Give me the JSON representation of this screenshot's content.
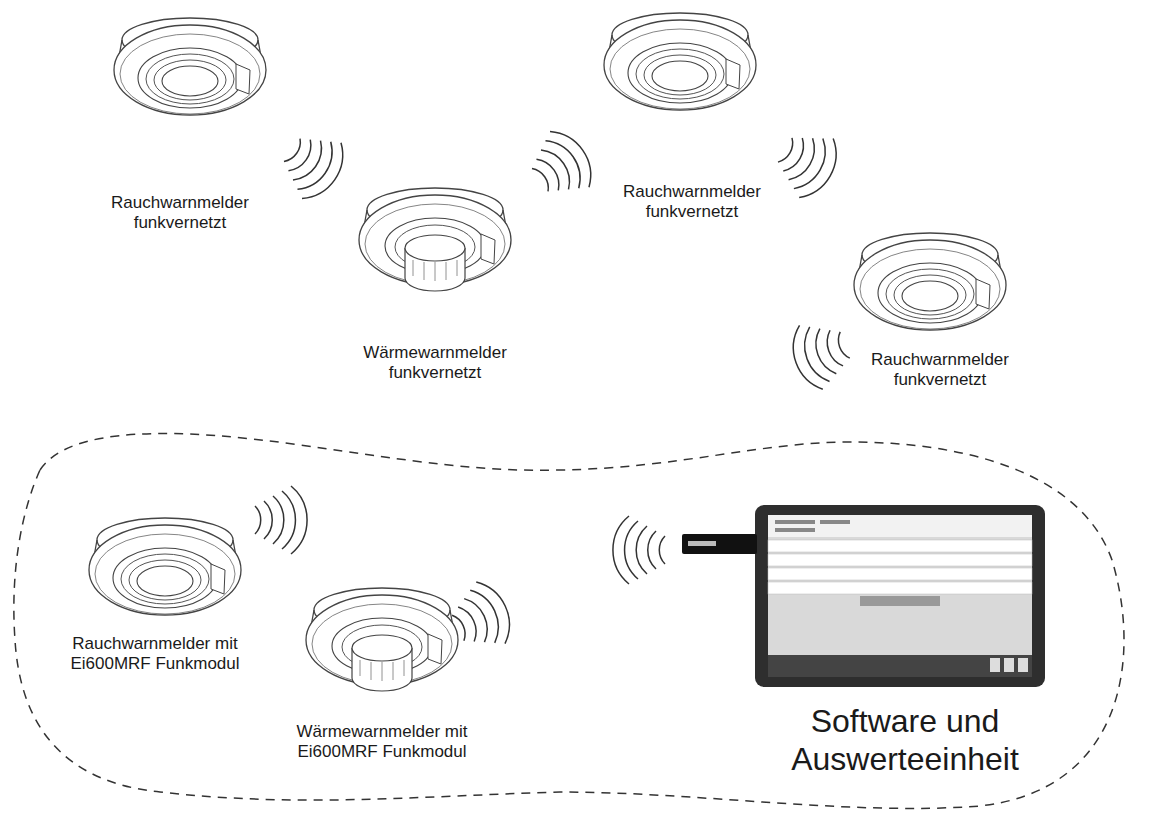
{
  "diagram": {
    "nodes": [
      {
        "text": [
          "Rauchwarnmelder funkvernetzt"
        ]
      },
      {
        "text": [
          "Rauchwarnmelder funkvernetzt"
        ]
      },
      {
        "text": [
          "Wärmewarnmelder funkvernetzt"
        ]
      },
      {
        "text": [
          "Rauchwarnmelder funkvernetzt"
        ]
      },
      {
        "text": [
          "Rauchwarnmelder mit Ei600MRF Funkmodul"
        ]
      },
      {
        "text": [
          "Wärmewarnmelder mit Ei600MRF Funkmodul"
        ]
      },
      {
        "text": [
          "Software und Auswerteeinheit"
        ]
      }
    ]
  }
}
